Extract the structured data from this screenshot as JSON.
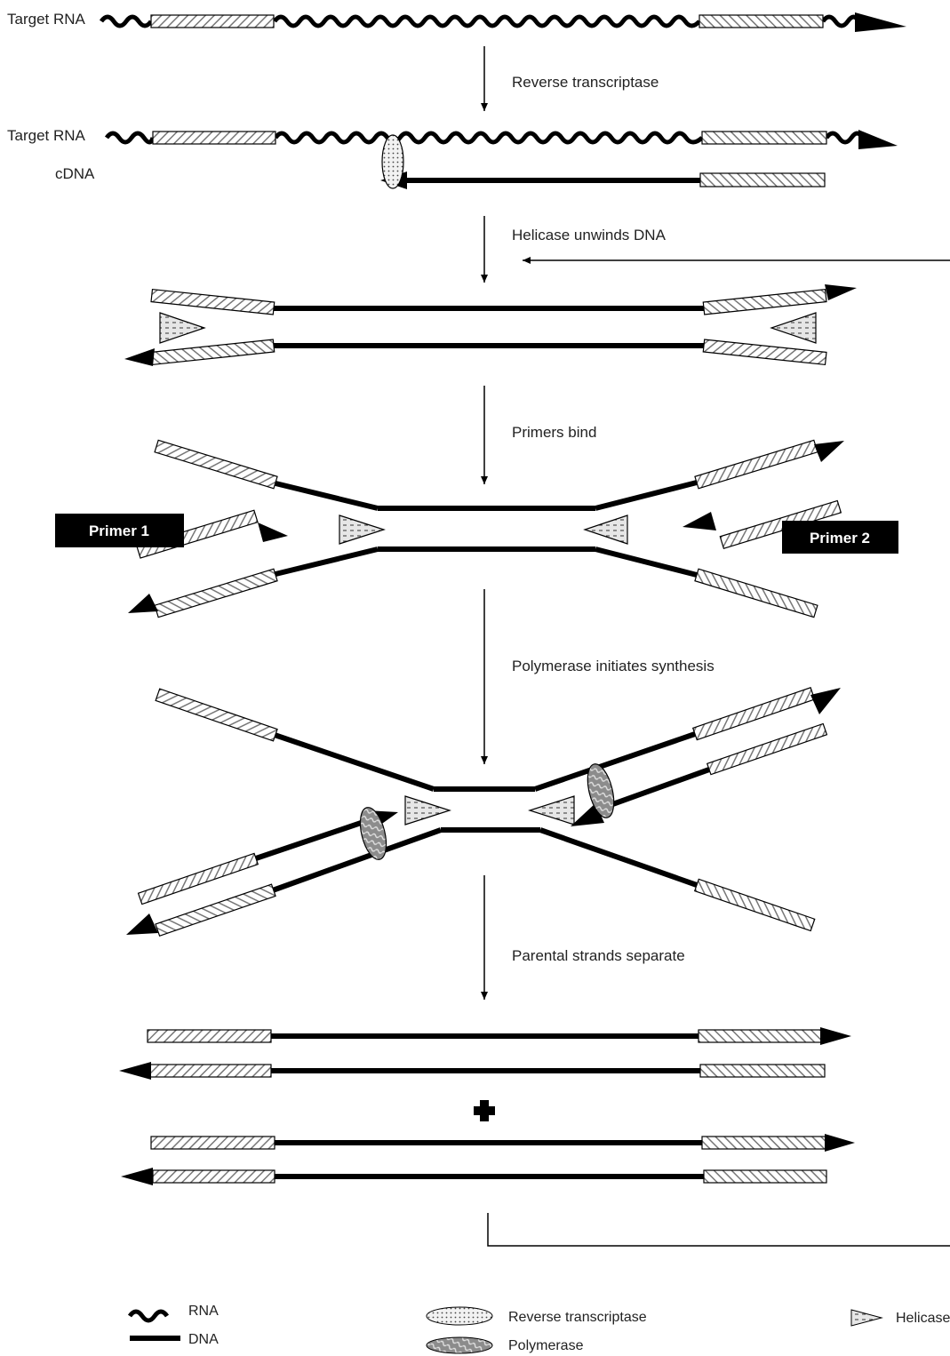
{
  "labels": {
    "target_rna_1": "Target RNA",
    "target_rna_2": "Target RNA",
    "cdna": "cDNA",
    "primer_1": "Primer 1",
    "primer_2": "Primer 2"
  },
  "steps": [
    "Reverse transcriptase",
    "Helicase unwinds DNA",
    "Primers bind",
    "Polymerase initiates synthesis",
    "Parental strands separate"
  ],
  "legend": {
    "rna": "RNA",
    "dna": "DNA",
    "reverse_transcriptase": "Reverse transcriptase",
    "polymerase": "Polymerase",
    "helicase": "Helicase"
  }
}
